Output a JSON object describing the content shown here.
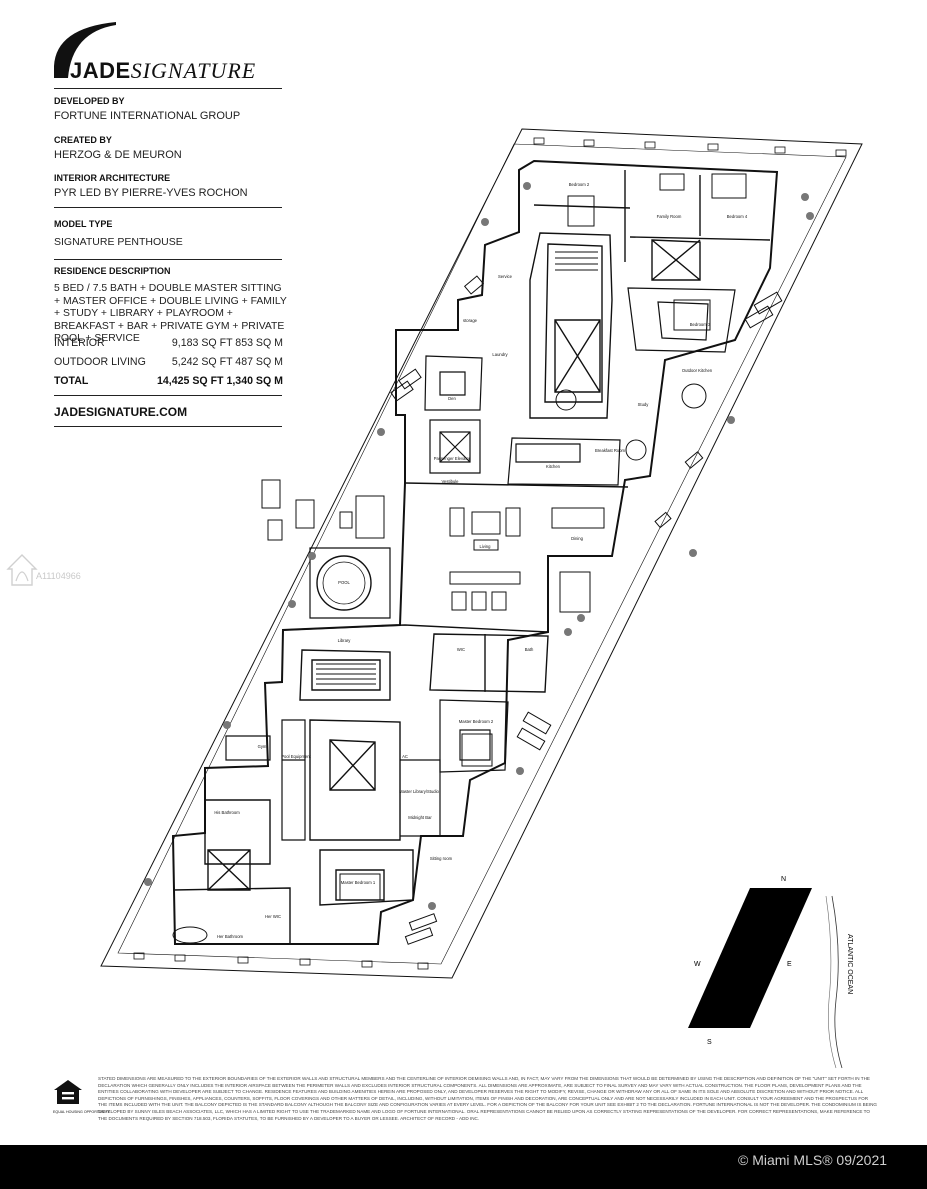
{
  "brand": {
    "bold": "JADE",
    "italic": "SIGNATURE",
    "website": "JADESIGNATURE.COM"
  },
  "info": [
    {
      "label": "DEVELOPED BY",
      "value": "FORTUNE INTERNATIONAL GROUP"
    },
    {
      "label": "CREATED BY",
      "value": "HERZOG & DE MEURON"
    },
    {
      "label": "INTERIOR ARCHITECTURE",
      "value": "PYR LED BY PIERRE-YVES ROCHON"
    },
    {
      "label": "MODEL TYPE",
      "value": "SIGNATURE PENTHOUSE"
    }
  ],
  "residence": {
    "label": "RESIDENCE DESCRIPTION",
    "description": "5 BED / 7.5 BATH + DOUBLE MASTER SITTING + MASTER OFFICE + DOUBLE LIVING + FAMILY + STUDY + LIBRARY + PLAYROOM + BREAKFAST + BAR + PRIVATE GYM + PRIVATE POOL + SERVICE",
    "rows": [
      {
        "name": "INTERIOR",
        "value": "9,183 SQ FT 853 SQ M"
      },
      {
        "name": "OUTDOOR LIVING",
        "value": "5,242 SQ FT 487 SQ M"
      },
      {
        "name": "TOTAL",
        "value": "14,425 SQ FT  1,340 SQ M"
      }
    ]
  },
  "watermark": {
    "id": "A11104966"
  },
  "compass": {
    "n": "N",
    "s": "S",
    "e": "E",
    "w": "W",
    "ocean": "ATLANTIC OCEAN"
  },
  "rooms": {
    "bedroom2": "Bedroom 2",
    "family": "Family Room",
    "bedroom4": "Bedroom 4",
    "bedroom3": "Bedroom 3",
    "service": "Service",
    "storage": "storage",
    "laundry": "Laundry",
    "den": "Den",
    "kitchen": "Kitchen",
    "breakfast": "Breakfast Room",
    "study": "Study",
    "outdoor_kitchen": "Outdoor Kitchen",
    "passenger": "Passenger Elevator",
    "vestibule": "Vestibule",
    "living": "Living",
    "dining": "Dining",
    "pool": "POOL",
    "library": "Library",
    "master_bedroom2": "Master Bedroom 2",
    "master_library": "Master Library/Studio",
    "midnight_bar": "Midnight Bar",
    "sitting": "Sitting room",
    "master_bedroom1": "Master Bedroom 1",
    "his_bathroom": "His Bathroom",
    "her_wic": "Her WIC",
    "her_bathroom": "Her Bathroom",
    "pool_equipment": "Pool Equipment",
    "gym": "Gym",
    "bath": "Bath",
    "wic": "WIC",
    "ac": "AC"
  },
  "disclaimer": "STATED DIMENSIONS ARE MEASURED TO THE EXTERIOR BOUNDARIES OF THE EXTERIOR WALLS AND STRUCTURAL MEMBERS AND THE CENTERLINE OF INTERIOR DEMISING WALLS AND, IN FACT, MAY VARY FROM THE DIMENSIONS THAT WOULD BE DETERMINED BY USING THE DESCRIPTION AND DEFINITION OF THE \"UNIT\" SET FORTH IN THE DECLARATION WHICH GENERALLY ONLY INCLUDES THE INTERIOR AIRSPACE BETWEEN THE PERIMETER WALLS AND EXCLUDES INTERIOR STRUCTURAL COMPONENTS. ALL DIMENSIONS ARE APPROXIMATE, ARE SUBJECT TO FINAL SURVEY AND MAY VARY WITH ACTUAL CONSTRUCTION. THE FLOOR PLANS, DEVELOPMENT PLANS AND THE ENTITIES COLLABORATING WITH DEVELOPER ARE SUBJECT TO CHANGE. RESIDENCE FEATURES AND BUILDING AMENITIES HEREIN ARE PROPOSED ONLY, AND DEVELOPER RESERVES THE RIGHT TO MODIFY, REVISE, CHANGE OR WITHDRAW ANY OR ALL OF SAME IN ITS SOLE AND ABSOLUTE DISCRETION AND WITHOUT PRIOR NOTICE. ALL DEPICTIONS OF FURNISHINGS, FINISHES, APPLIANCES, COUNTERS, SOFFITS, FLOOR COVERINGS AND OTHER MATTERS OF DETAIL, INCLUDING, WITHOUT LIMITATION, ITEMS OF FINISH AND DECORATION, ARE CONCEPTUAL ONLY AND ARE NOT NECESSARILY INCLUDED IN EACH UNIT. CONSULT YOUR AGREEMENT AND THE PROSPECTUS FOR THE ITEMS INCLUDED WITH THE UNIT. THE BALCONY DEPICTED IS THE STANDARD BALCONY ALTHOUGH THE BALCONY SIZE AND CONFIGURATION VARIES AT EVERY LEVEL. FOR A DEPICTION OF THE BALCONY FOR YOUR UNIT SEE EXHIBIT 2 TO THE DECLARATION. FORTUNE INTERNATIONAL IS NOT THE DEVELOPER. THE CONDOMINIUM IS BEING DEVELOPED BY SUNNY ISLES BEACH ASSOCIATES, LLC, WHICH HAS A LIMITED RIGHT TO USE THE TRADEMARKED NAME AND LOGO OF FORTUNE INTERNATIONAL. ORAL REPRESENTATIONS CANNOT BE RELIED UPON AS CORRECTLY STATING REPRESENTATIONS OF THE DEVELOPER. FOR CORRECT REPRESENTATIONS, MAKE REFERENCE TO THE DOCUMENTS REQUIRED BY SECTION 718.503, FLORIDA STATUTES, TO BE FURNISHED BY A DEVELOPER TO A BUYER OR LESSEE. ARCHITECT OF RECORD - ADD INC.",
  "eho_label": "EQUAL HOUSING OPPORTUNITY",
  "footer": {
    "text": "© Miami MLS® 09/2021"
  },
  "colors": {
    "ink": "#111111",
    "footer": "#000000",
    "watermark": "#c9c9c9"
  }
}
